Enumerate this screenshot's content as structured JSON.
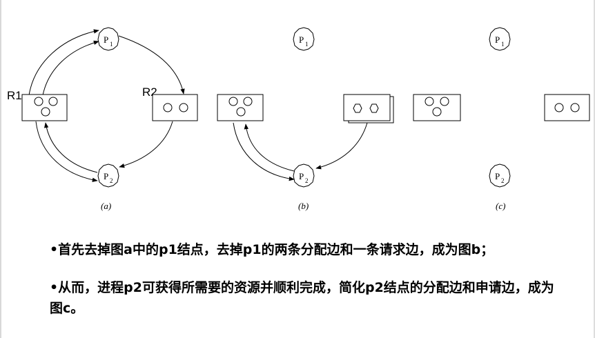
{
  "diagram": {
    "node_labels": {
      "p": "P",
      "p1_sub": "1",
      "p2_sub": "2"
    },
    "resource_labels": {
      "r1": "R1",
      "r2": "R2"
    },
    "captions": {
      "a": "(a)",
      "b": "(b)",
      "c": "(c)"
    }
  },
  "notes": [
    "•首先去掉图a中的p1结点，去掉p1的两条分配边和一条请求边，成为图b；",
    "•从而，进程p2可获得所需要的资源并顺利完成，简化p2结点的分配边和申请边，成为图c。"
  ]
}
